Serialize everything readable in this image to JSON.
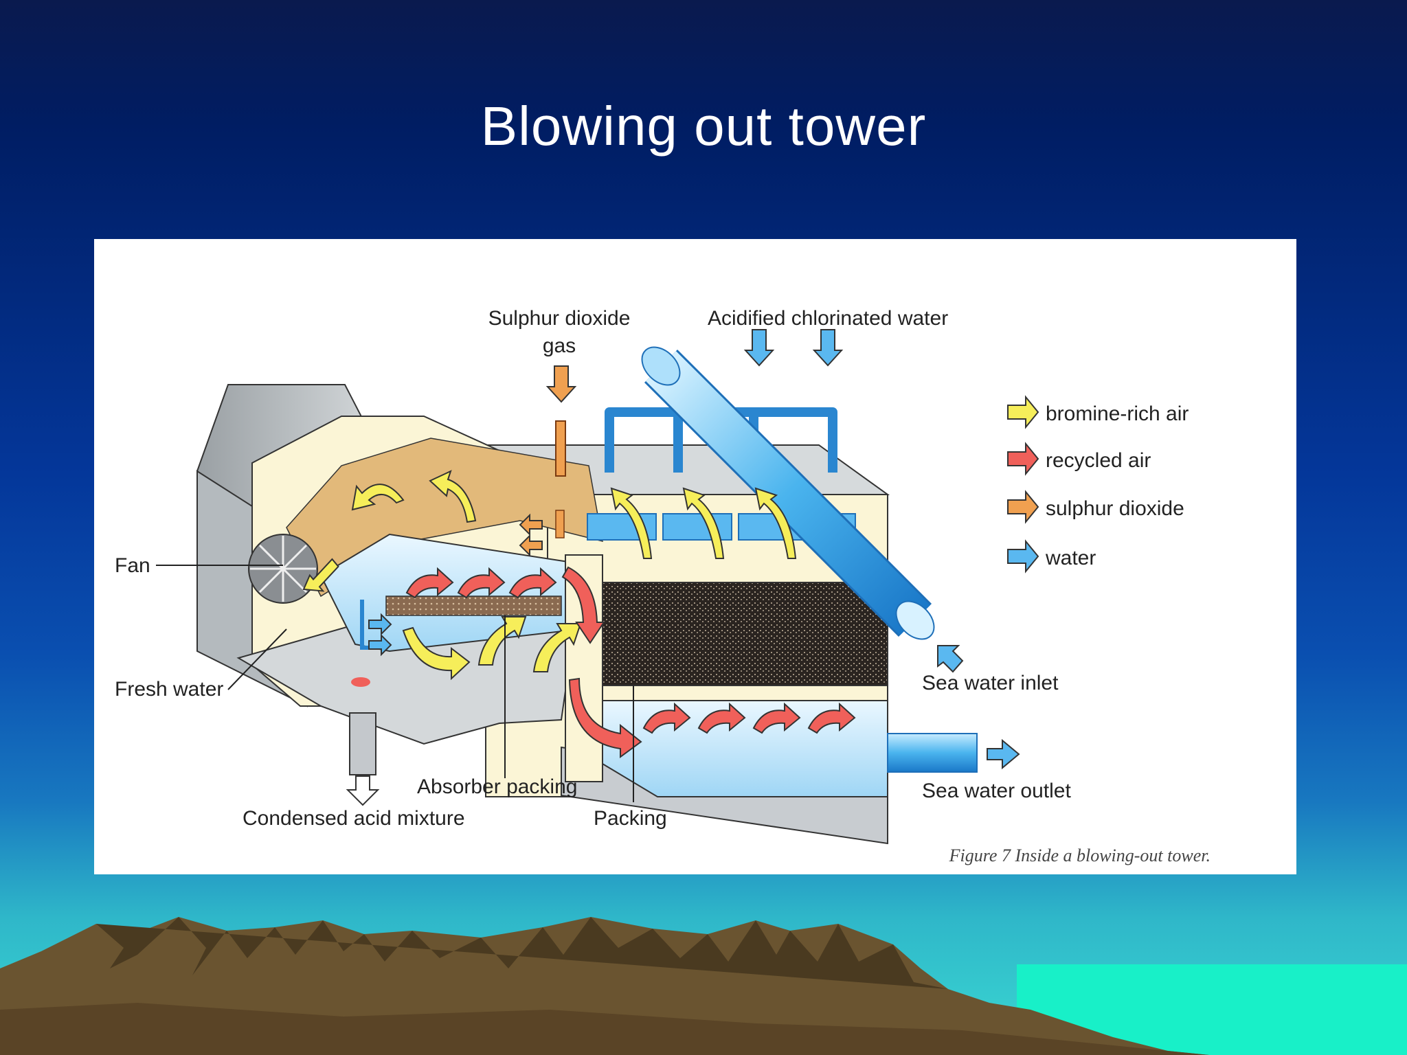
{
  "slide": {
    "title": "Blowing out tower"
  },
  "figure": {
    "caption": "Figure 7  Inside a blowing-out tower.",
    "labels": {
      "sulphur_dioxide_gas_line1": "Sulphur dioxide",
      "sulphur_dioxide_gas_line2": "gas",
      "acidified_chlorinated_water": "Acidified chlorinated water",
      "fan": "Fan",
      "fresh_water": "Fresh water",
      "absorber_packing": "Absorber packing",
      "condensed_acid_mixture": "Condensed acid mixture",
      "packing": "Packing",
      "sea_water_inlet": "Sea water inlet",
      "sea_water_outlet": "Sea water outlet"
    },
    "legend": [
      {
        "label": "bromine-rich air",
        "color": "#f6ee5a",
        "icon": "arrow-right-icon"
      },
      {
        "label": "recycled air",
        "color": "#f0605a",
        "icon": "arrow-right-icon"
      },
      {
        "label": "sulphur dioxide",
        "color": "#f0a050",
        "icon": "arrow-right-icon"
      },
      {
        "label": "water",
        "color": "#5ab8f0",
        "icon": "arrow-right-icon"
      }
    ]
  }
}
